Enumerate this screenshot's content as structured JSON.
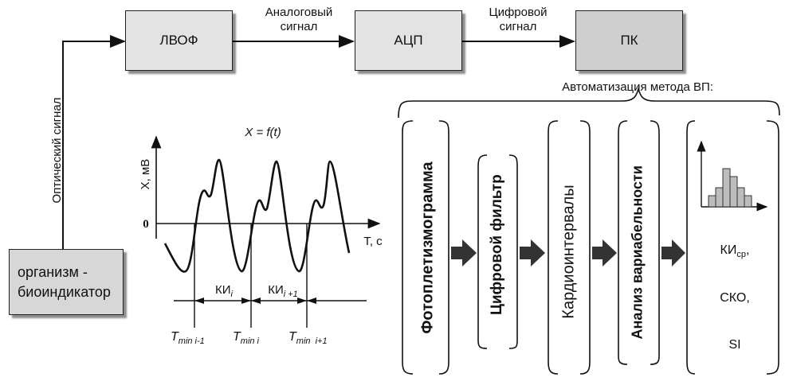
{
  "blocks": {
    "lvof": "ЛВОФ",
    "adc": "АЦП",
    "pc": "ПК",
    "organism": "организм -\nбиоиндикатор"
  },
  "links": {
    "analog_1": "Аналоговый",
    "analog_2": "сигнал",
    "digital_1": "Цифровой",
    "digital_2": "сигнал",
    "optical": "Оптический сигнал"
  },
  "waveform": {
    "title": "X = f(t)",
    "y_axis": "X, мВ",
    "zero": "0",
    "x_axis": "T, c",
    "ki_prev": "КИ",
    "ki_prev_sub": "i",
    "ki_next": "КИ",
    "ki_next_sub": "i +1",
    "tmin_1": "T",
    "tmin_1_sub": "min i-1",
    "tmin_2": "T",
    "tmin_2_sub": "min i",
    "tmin_3": "T",
    "tmin_3_sub": "min  i+1"
  },
  "automation": {
    "title": "Автоматизация метода ВП:",
    "stages": [
      "Фотоплетизмограмма",
      "Цифровой фильтр",
      "Кардиоинтервалы",
      "Анализ вариабельности"
    ],
    "results": {
      "ki": "КИ",
      "ki_sub": "ср",
      "ki_suffix": ",",
      "sko": "СКО,",
      "si": "SI"
    }
  }
}
